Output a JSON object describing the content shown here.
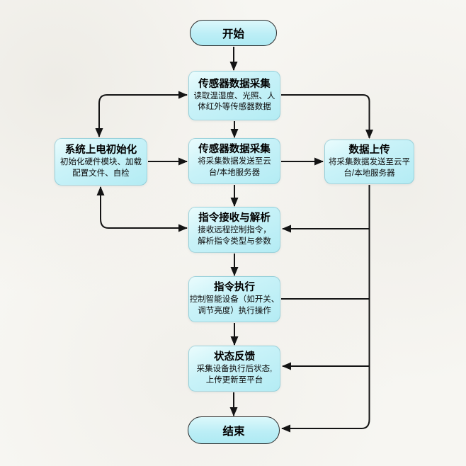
{
  "diagram_type": "flowchart",
  "colors": {
    "background": "#f7f6f2",
    "node_fill": "#bfeef5",
    "node_fill_highlight": "#eafcfd",
    "pill_border": "#2a2a2a",
    "edge_color": "#141414",
    "text_color": "#000000"
  },
  "nodes": {
    "start": {
      "label": "开始"
    },
    "sensor_read": {
      "title": "传感器数据采集",
      "lines": [
        "读取温湿度、光照、人",
        "体红外等传感器数据"
      ]
    },
    "init": {
      "title": "系统上电初始化",
      "lines": [
        "初始化硬件模块、加载",
        "配置文件、自检"
      ]
    },
    "sensor_send": {
      "title": "传感器数据采集",
      "lines": [
        "将采集数据发送至云",
        "台/本地服务器"
      ]
    },
    "upload": {
      "title": "数据上传",
      "lines": [
        "将采集数据发送至云平",
        "台/本地服务器"
      ]
    },
    "cmd_parse": {
      "title": "指令接收与解析",
      "lines": [
        "接收远程控制指令，",
        "解析指令类型与参数"
      ]
    },
    "cmd_exec": {
      "title": "指令执行",
      "lines": [
        "控制智能设备（如开关、",
        "调节亮度）执行操作"
      ]
    },
    "status_feedback": {
      "title": "状态反馈",
      "lines": [
        "采集设备执行后状态,",
        "上传更新至平台"
      ]
    },
    "end": {
      "label": "结束"
    }
  }
}
